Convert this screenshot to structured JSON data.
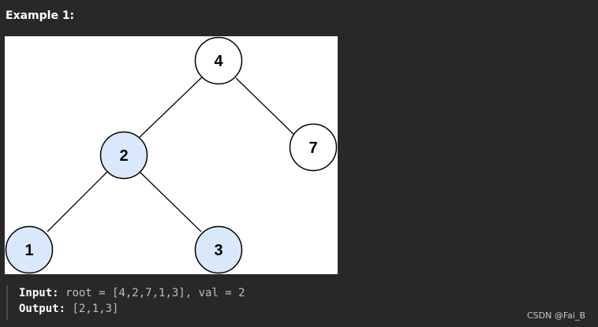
{
  "title": "Example 1:",
  "tree": {
    "nodes": [
      {
        "id": "n4",
        "label": "4",
        "highlighted": false
      },
      {
        "id": "n2",
        "label": "2",
        "highlighted": true
      },
      {
        "id": "n7",
        "label": "7",
        "highlighted": false
      },
      {
        "id": "n1",
        "label": "1",
        "highlighted": true
      },
      {
        "id": "n3",
        "label": "3",
        "highlighted": true
      }
    ],
    "edges": [
      [
        "n4",
        "n2"
      ],
      [
        "n4",
        "n7"
      ],
      [
        "n2",
        "n1"
      ],
      [
        "n2",
        "n3"
      ]
    ]
  },
  "io": {
    "input_label": "Input:",
    "input_value": "root = [4,2,7,1,3], val = 2",
    "output_label": "Output:",
    "output_value": "[2,1,3]"
  },
  "colors": {
    "background": "#282828",
    "node_highlight": "#dae8fc",
    "node_default": "#ffffff",
    "stroke": "#000000"
  },
  "watermark": "CSDN @Fai_B"
}
